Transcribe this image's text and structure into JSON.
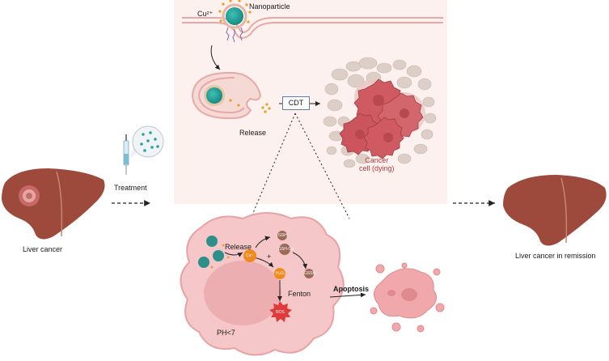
{
  "labels": {
    "cu_ion": "Cu²⁺",
    "nanoparticle": "Nanoparticle",
    "release_top": "Release",
    "cdt": "CDT",
    "cancer_cell_dying_line1": "Cancer",
    "cancer_cell_dying_line2": "cell (dying)",
    "treatment": "Treatment",
    "liver_cancer": "Liver cancer",
    "liver_remission": "Liver cancer in remission",
    "release_inner": "Release",
    "cu_plus": "Cu⁺",
    "gsh": "GSH",
    "gsh_cu": "GSH-Cu",
    "gssh": "GSSH",
    "h2o2": "H₂O₂",
    "fenton": "Fenton",
    "ros": "ROS",
    "ph": "PH<7",
    "apoptosis": "Apoptosis",
    "plus": "+"
  },
  "colors": {
    "panel_bg": "#fcf1ef",
    "cell_fill": "#f6c7c8",
    "cell_edge": "#e7a2a4",
    "nucleus": "#edaeb1",
    "nanoparticle_core": "#24a39a",
    "liver": "#9d4a3c",
    "tumor": "#c86868",
    "cancer_cell": "#cf5a62",
    "cu_orange": "#f08a1c",
    "gsh_brown": "#9c6a56",
    "ros_red": "#e03b3b",
    "apoptotic": "#f0a8aa"
  }
}
